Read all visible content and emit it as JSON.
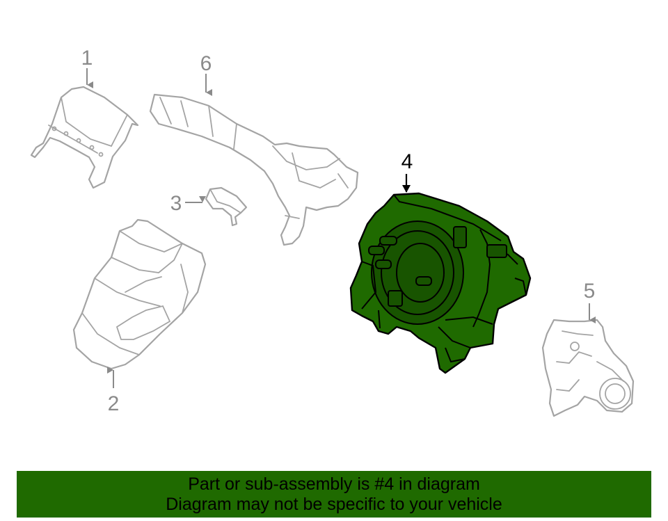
{
  "callouts": {
    "c1": "1",
    "c2": "2",
    "c3": "3",
    "c4": "4",
    "c5": "5",
    "c6": "6"
  },
  "banner": {
    "line1": "Part or sub-assembly is #4 in diagram",
    "line2": "Diagram may not be specific to your vehicle",
    "color": "#1f6a00"
  },
  "colors": {
    "highlight_part": "#1f6a00",
    "ghost_outline": "#a4a4a4",
    "callout_gray": "#8a8a8a"
  }
}
